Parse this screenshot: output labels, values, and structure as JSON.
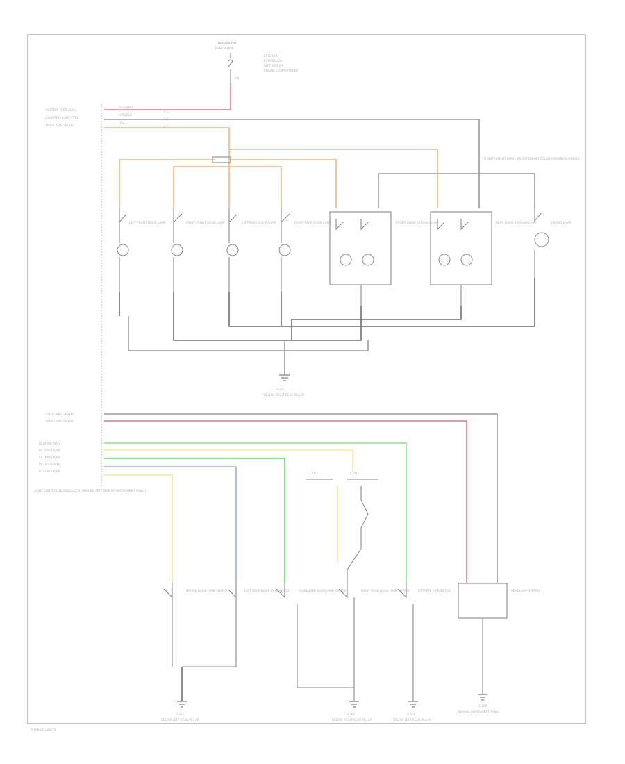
{
  "diagram": {
    "texts": {
      "fuse_block_top": "UNDERHOOD",
      "fuse_block_bottom": "FUSE BLOCK",
      "fuse_note_1": "EXTERIOR",
      "fuse_note_2": "FUSE BLOCK",
      "fuse_note_3": "LEFT SIDE OF",
      "fuse_note_4": "ENGINE COMPARTMENT",
      "bcm_pin_1": "BATTERY FEED (IGN)",
      "bcm_pin_2": "COURTESY LAMP CTRL",
      "bcm_pin_3": "DOOR AJAR SIGNAL",
      "wire_1": "RED/WHT",
      "wire_2": "GRY/BLK",
      "wire_3": "YEL",
      "gauge_1": "0.5",
      "gauge_2": "0.5",
      "gauge_3": "0.5",
      "lamp_1": "LEFT FRONT DOOR LAMP",
      "lamp_2": "RIGHT FRONT DOOR LAMP",
      "lamp_3": "LEFT REAR DOOR LAMP",
      "lamp_4": "RIGHT REAR DOOR LAMP",
      "lamp_5": "FRONT DOME READING LAMP",
      "lamp_6": "REAR DOME READING LAMP",
      "lamp_7": "CARGO LAMP",
      "splice_note": "TO INSTRUMENT PANEL AND STEERING COLUMN WIRING HARNESS",
      "ground_1": "G301",
      "ground_1b": "BELOW RIGHT REAR PILLAR",
      "ground_2": "G301",
      "ground_2b": "BELOW LEFT REAR PILLAR",
      "ground_3": "G302",
      "ground_3b": "BELOW RIGHT REAR PILLAR",
      "ground_4": "G303",
      "ground_4b": "BELOW LEFT REAR PILLAR",
      "ground_5": "G200",
      "ground_5b": "BEHIND INSTRUMENT PANEL",
      "bcm_pin_4": "STOP LAMP SIGNAL",
      "bcm_pin_5": "PARK LAMP SIGNAL",
      "bcm_pin_6": "LF DOOR AJAR",
      "bcm_pin_7": "RF DOOR AJAR",
      "bcm_pin_8": "LR DOOR AJAR",
      "bcm_pin_9": "RR DOOR AJAR",
      "bcm_pin_10": "LIFTGATE AJAR",
      "bcm_name": "BODY CONTROL MODULE (BCM) (BEHIND LEFT SIDE OF INSTRUMENT PANEL)",
      "sw_1": "DRIVER DOOR JAMB SWITCH",
      "sw_2": "LEFT REAR DOOR JAMB SWITCH",
      "sw_3": "PASSENGER DOOR JAMB SWITCH",
      "sw_4": "RIGHT REAR DOOR JAMB SWITCH",
      "sw_5": "LIFTGATE AJAR SWITCH",
      "sw_6": "HEADLAMP SWITCH",
      "conn_1": "C200",
      "conn_2": "C201",
      "footer": "INTERIOR LIGHTS"
    }
  }
}
